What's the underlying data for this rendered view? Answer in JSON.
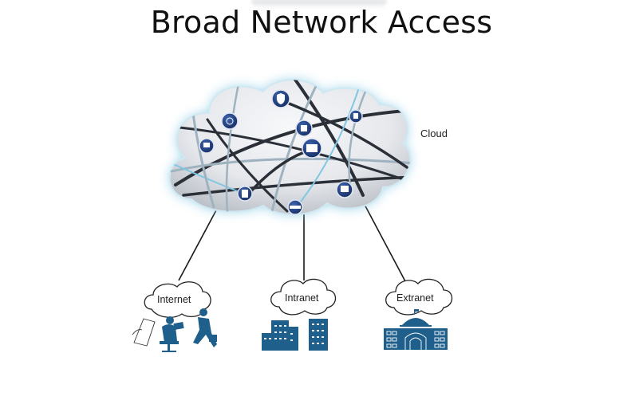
{
  "title": "Broad Network Access",
  "cloud": {
    "label": "Cloud",
    "nodes": [
      {
        "icon": "globe-gear-icon"
      },
      {
        "icon": "shield-icon"
      },
      {
        "icon": "document-stack-icon"
      },
      {
        "icon": "printer-icon"
      },
      {
        "icon": "folder-icon"
      },
      {
        "icon": "monitor-icon"
      },
      {
        "icon": "server-icon"
      },
      {
        "icon": "network-switch-icon"
      },
      {
        "icon": "presentation-icon"
      }
    ]
  },
  "networks": [
    {
      "label": "Internet",
      "icon": "users-remote-work-icon"
    },
    {
      "label": "Intranet",
      "icon": "office-buildings-icon"
    },
    {
      "label": "Extranet",
      "icon": "government-building-icon"
    }
  ],
  "colors": {
    "icon_blue": "#1f5f8b",
    "node_blue": "#223f80",
    "cloud_glow": "#7fc7e3",
    "link_dark": "#2b3038",
    "link_light": "#9fb2c0"
  }
}
